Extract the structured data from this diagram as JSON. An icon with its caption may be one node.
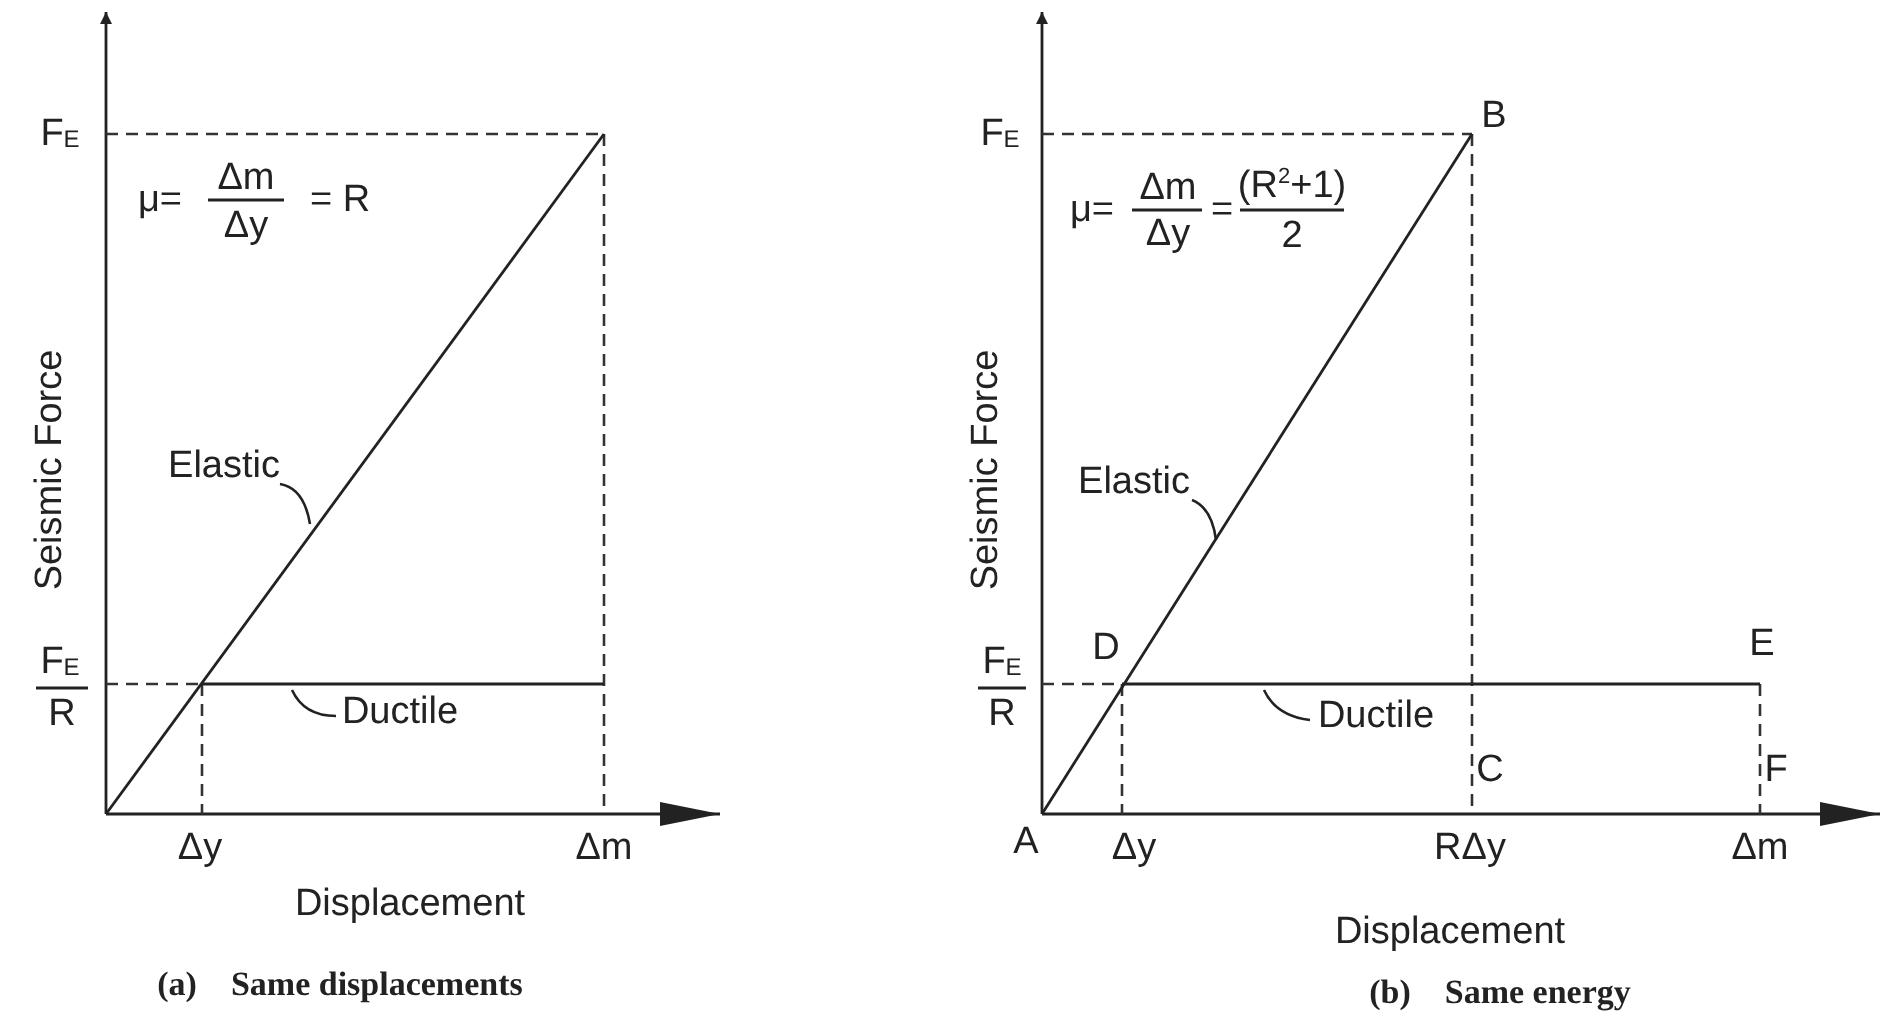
{
  "diagram": {
    "nodes": [
      {
        "text": [
          "Elastic"
        ]
      },
      {
        "text": [
          "Ductile"
        ]
      },
      {
        "text": [
          "Elastic"
        ]
      },
      {
        "text": [
          "Ductile"
        ]
      }
    ],
    "edges": [
      {
        "from": 0,
        "to": null,
        "arrow": "none"
      },
      {
        "from": 1,
        "to": null,
        "arrow": "none"
      },
      {
        "from": 2,
        "to": null,
        "arrow": "none"
      },
      {
        "from": 3,
        "to": null,
        "arrow": "none"
      }
    ],
    "labels": [
      "F$_{E}$",
      "μ=",
      "Δm",
      "Δy",
      "= R",
      "Seismic Force",
      "F$_{E}$",
      "R",
      "Δy",
      "Δm",
      "Displacement",
      "(a)    Same displacements",
      "F$_{E}$",
      "B",
      "μ=",
      "Δm",
      "Δy",
      "=",
      "(R$^{2}$+1)",
      "2",
      "Seismic Force",
      "F$_{E}$",
      "D",
      "R",
      "E",
      "C",
      "F",
      "A",
      "Δy",
      "RΔy",
      "Δm",
      "Displacement",
      "(b)    Same energy"
    ]
  }
}
